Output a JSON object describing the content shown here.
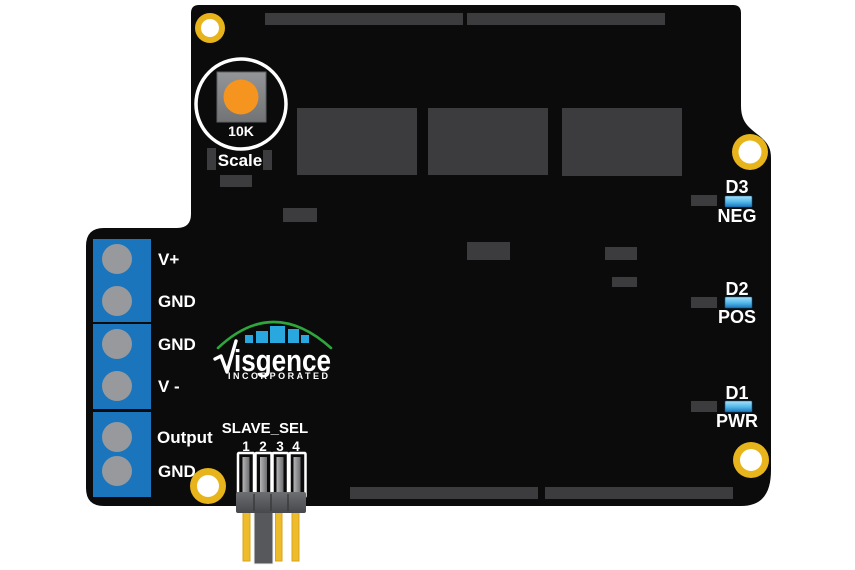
{
  "potentiometer": {
    "value": "10K",
    "label": "Scale"
  },
  "terminal_labels": [
    "V+",
    "GND",
    "GND",
    "V -",
    "Output",
    "GND"
  ],
  "logo": {
    "wordmark": "isgence",
    "subtitle": "INCORPORATED"
  },
  "leds": [
    {
      "designator": "D3",
      "function": "NEG"
    },
    {
      "designator": "D2",
      "function": "POS"
    },
    {
      "designator": "D1",
      "function": "PWR"
    }
  ],
  "connector": {
    "label": "SLAVE_SEL",
    "pin_numbers": [
      "1",
      "2",
      "3",
      "4"
    ]
  },
  "colors": {
    "background": "#ffffff",
    "board_black": "#0b0b0c",
    "component_gray": "#3c3c3e",
    "terminal_blue": "#1b75bc",
    "terminal_screw_gray": "#97999c",
    "mount_ring_gold": "#e7b41c",
    "wire_yellow": "#eebb2a",
    "pot_knob_orange": "#f5941f",
    "logo_green": "#2fa63c",
    "logo_blue": "#29a8e0",
    "led_blue_light": "#a8e1f8",
    "led_blue_dark": "#2287cb",
    "connector_gray": "#57585b",
    "text_white": "#ffffff"
  }
}
